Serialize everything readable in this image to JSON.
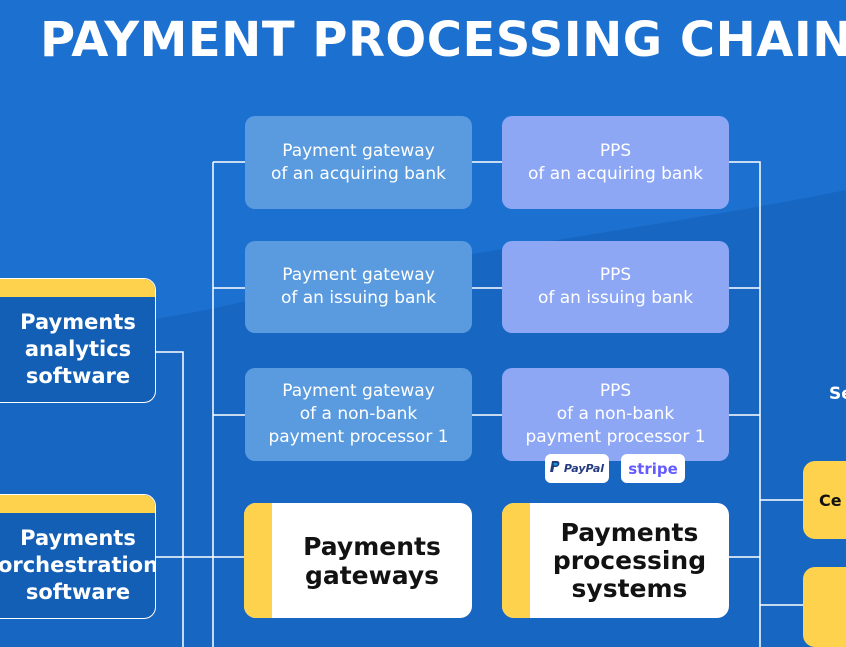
{
  "title": "PAYMENT PROCESSING CHAIN",
  "gateways": [
    {
      "line1": "Payment gateway",
      "line2": "of an acquiring bank",
      "line3": ""
    },
    {
      "line1": "Payment gateway",
      "line2": "of an issuing bank",
      "line3": ""
    },
    {
      "line1": "Payment gateway",
      "line2": "of a non-bank",
      "line3": "payment processor 1"
    }
  ],
  "pps": [
    {
      "line1": "PPS",
      "line2": "of an acquiring bank",
      "line3": ""
    },
    {
      "line1": "PPS",
      "line2": "of an issuing bank",
      "line3": ""
    },
    {
      "line1": "PPS",
      "line2": "of a non-bank",
      "line3": "payment processor 1"
    }
  ],
  "logos": {
    "paypal": "PayPal",
    "stripe": "stripe"
  },
  "left_boxes": [
    {
      "line1": "Payments",
      "line2": "analytics",
      "line3": "software"
    },
    {
      "line1": "Payments",
      "line2": "orchestration",
      "line3": "software"
    }
  ],
  "categories": {
    "gateways": {
      "line1": "Payments",
      "line2": "gateways"
    },
    "pps": {
      "line1": "Payments",
      "line2": "processing",
      "line3": "systems"
    }
  },
  "right_side": {
    "label": "Se",
    "box1": "Ce",
    "box2": ""
  },
  "colors": {
    "background": "#1766c2",
    "gateway_box": "#5a9be0",
    "pps_box": "#8ea7f5",
    "accent_yellow": "#ffd24d"
  }
}
